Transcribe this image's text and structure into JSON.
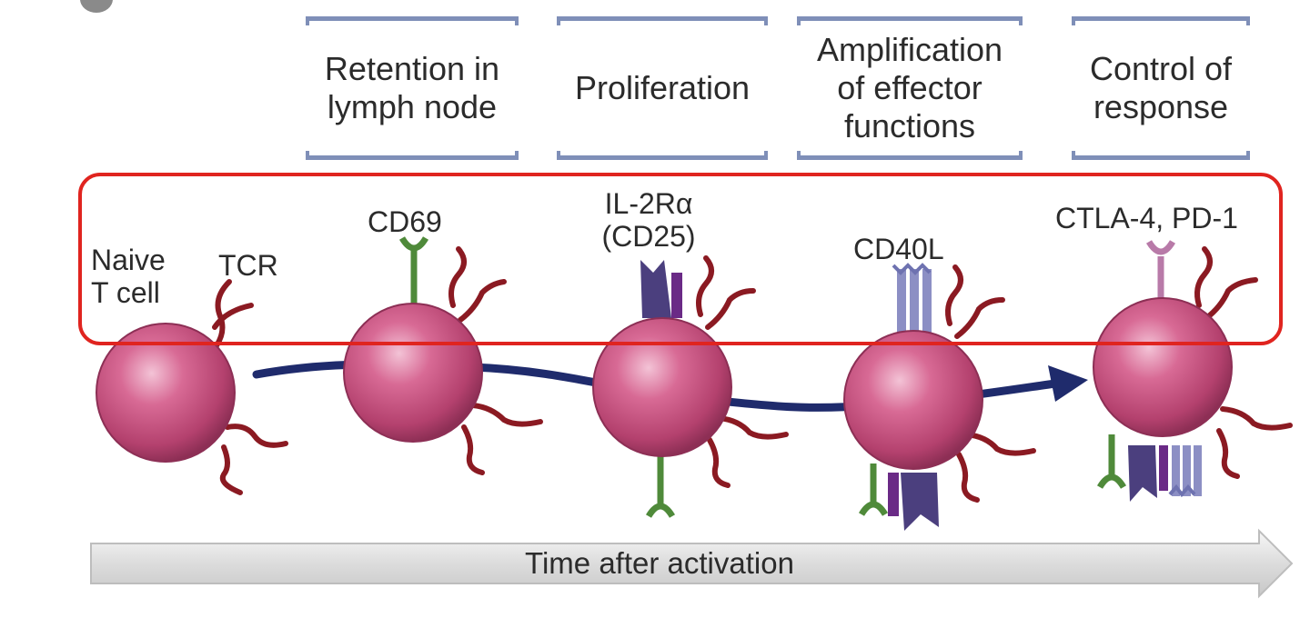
{
  "stages": [
    {
      "text": "Retention in\nlymph node"
    },
    {
      "text": "Proliferation"
    },
    {
      "text": "Amplification\nof effector\nfunctions"
    },
    {
      "text": "Control of\nresponse"
    }
  ],
  "labels": {
    "naive": "Naive\nT cell",
    "tcr": "TCR",
    "cd69": "CD69",
    "il2": "IL-2Rα\n(CD25)",
    "cd40l": "CD40L",
    "ctla": "CTLA-4, PD-1"
  },
  "timeline": {
    "label": "Time after activation"
  },
  "colors": {
    "cell": "#c04a78",
    "tcr": "#8b1a22",
    "cd69": "#4f8a3a",
    "cd25": "#4b3f7e",
    "cd40l": "#8c8fc4",
    "ctla": "#b87aa8",
    "arrow": "#1f2b6c",
    "highlight": "#e0241f"
  }
}
